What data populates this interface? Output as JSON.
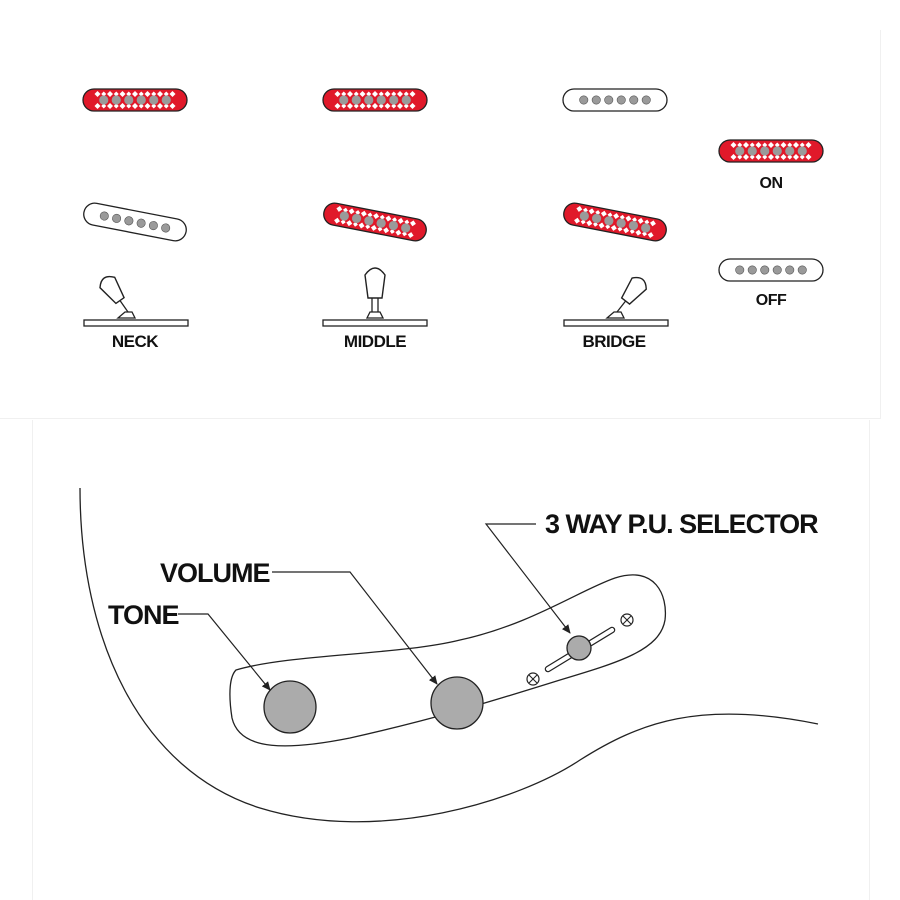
{
  "colors": {
    "pickup_on": "#e0192a",
    "pickup_off": "#ffffff",
    "pole": "#9a9a9a",
    "knob": "#ababab",
    "line": "#222222"
  },
  "switch_positions": [
    {
      "label": "NECK",
      "pickups": [
        "on",
        "off"
      ],
      "lever": "left"
    },
    {
      "label": "MIDDLE",
      "pickups": [
        "on",
        "on"
      ],
      "lever": "center"
    },
    {
      "label": "BRIDGE",
      "pickups": [
        "off",
        "on"
      ],
      "lever": "right"
    }
  ],
  "legend": {
    "on_label": "ON",
    "off_label": "OFF"
  },
  "controls": {
    "tone_label": "TONE",
    "volume_label": "VOLUME",
    "selector_label": "3 WAY P.U. SELECTOR"
  }
}
